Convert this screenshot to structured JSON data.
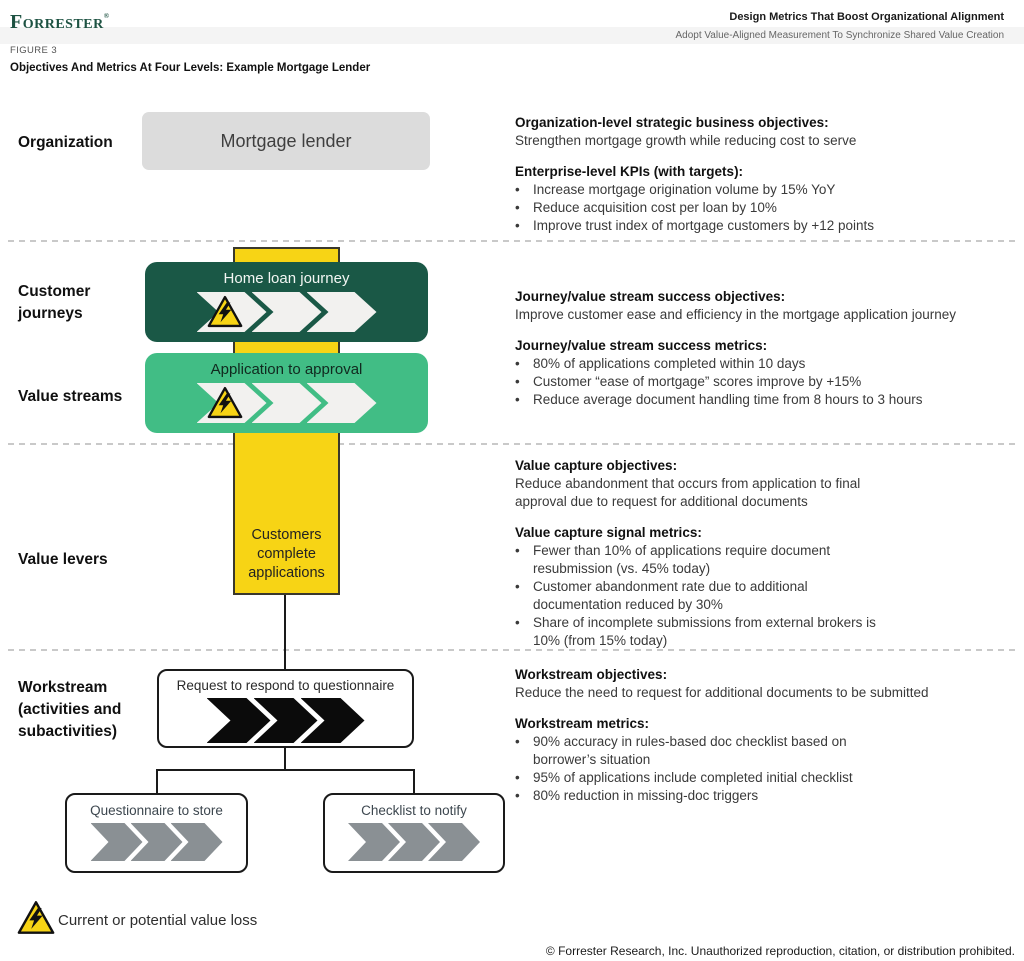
{
  "header": {
    "logo_initial": "F",
    "logo_rest": "ORRESTER",
    "logo_reg": "®",
    "report_title": "Design Metrics That Boost Organizational Alignment",
    "report_subtitle": "Adopt Value-Aligned Measurement To Synchronize Shared Value Creation"
  },
  "figure": {
    "label": "FIGURE 3",
    "title": "Objectives And Metrics At Four Levels: Example Mortgage Lender"
  },
  "ui": {
    "bullet": "•"
  },
  "diagram": {
    "row_labels": [
      "Organization",
      "Customer journeys",
      "Value streams",
      "Value levers",
      "Workstream (activities and subactivities)"
    ],
    "org_box": "Mortgage lender",
    "journey_box": "Home loan journey",
    "value_stream_box": "Application to approval",
    "value_lever_box": "Customers complete applications",
    "workstream_box": "Request to respond to questionnaire",
    "sub_boxes": [
      "Questionnaire to store",
      "Checklist to notify"
    ]
  },
  "panels": [
    {
      "objective_heading": "Organization-level strategic business objectives:",
      "objective_body": "Strengthen mortgage growth while reducing cost to serve",
      "metrics_heading": "Enterprise-level KPIs (with targets):",
      "bullets": [
        "Increase mortgage origination volume by 15% YoY",
        "Reduce acquisition cost per loan by 10%",
        "Improve trust index of mortgage customers by +12 points"
      ]
    },
    {
      "objective_heading": "Journey/value stream success objectives:",
      "objective_body": "Improve customer ease and efficiency in the mortgage application journey",
      "metrics_heading": "Journey/value stream success metrics:",
      "bullets": [
        "80% of applications completed within 10 days",
        "Customer “ease of mortgage” scores improve by +15%",
        "Reduce average document handling time from 8 hours to 3 hours"
      ]
    },
    {
      "objective_heading": "Value capture objectives:",
      "objective_body": "Reduce abandonment that occurs from application to final\napproval due to request for additional documents",
      "metrics_heading": "Value capture signal metrics:",
      "bullets": [
        "Fewer than 10% of applications require document\nresubmission (vs. 45% today)",
        "Customer abandonment rate due to additional\ndocumentation reduced by 30%",
        "Share of incomplete submissions from external brokers is\n10% (from 15% today)"
      ]
    },
    {
      "objective_heading": "Workstream objectives:",
      "objective_body": "Reduce the need to request for additional documents to be submitted",
      "metrics_heading": "Workstream metrics:",
      "bullets": [
        "90% accuracy in rules-based doc checklist based on\nborrower’s situation",
        "95% of applications include completed initial checklist",
        "80% reduction in missing-doc triggers"
      ]
    }
  ],
  "legend": {
    "label": "Current or potential value loss"
  },
  "footer": {
    "copyright": "© Forrester Research, Inc. Unauthorized reproduction, citation, or distribution prohibited."
  },
  "colors": {
    "brand_green": "#1D5242",
    "journey_dark_green": "#1A5846",
    "stream_green": "#41BD85",
    "value_lever_yellow": "#F7D415",
    "org_gray": "#DCDCDC",
    "chevron_white": "#F2F1EF",
    "chevron_black": "#0B0B0B",
    "chevron_gray": "#8A9094"
  }
}
